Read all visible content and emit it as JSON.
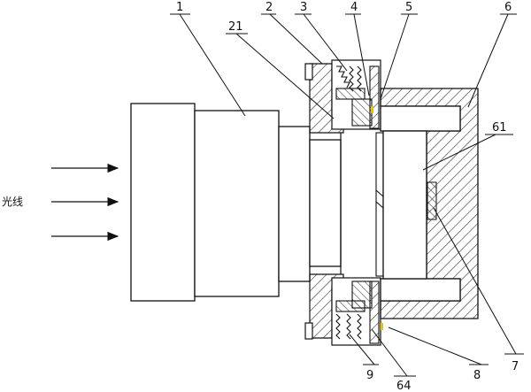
{
  "diagram": {
    "light_label": "光线",
    "callouts": [
      "1",
      "2",
      "3",
      "4",
      "5",
      "6",
      "21",
      "61",
      "7",
      "8",
      "9",
      "64"
    ]
  },
  "colors": {
    "line": "#111111",
    "hatch": "#333333",
    "yellow": "#e2c21a",
    "background": "#ffffff"
  }
}
